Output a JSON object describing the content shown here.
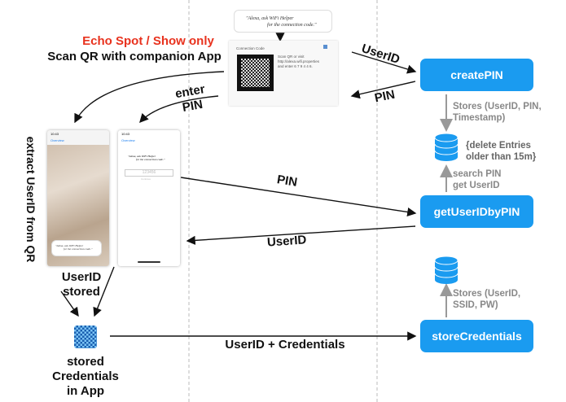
{
  "top_note": {
    "line1": "\"Alexa, ask WiFi Helper",
    "line2": "for the connection code.\""
  },
  "echo": {
    "title": "Connection Code",
    "instructions": "Scan QR or visit http://alexa.wifi.properties and enter 6 7 9 4 4 6."
  },
  "echo_only": "Echo Spot / Show only",
  "scan_qr": "Scan QR with companion App",
  "enter_pin": {
    "line1": "enter",
    "line2": "PIN"
  },
  "arrows": {
    "userid_to_create": "UserID",
    "pin_from_create": "PIN",
    "pin_to_get": "PIN",
    "userid_from_get": "UserID",
    "creds": "UserID + Credentials"
  },
  "backend": {
    "create": "createPIN",
    "get": "getUserIDbyPIN",
    "store": "storeCredentials"
  },
  "db_notes": {
    "stores1": [
      "Stores (UserID, PIN,",
      "Timestamp)"
    ],
    "cleanup": [
      "{delete Entries",
      "older than 15m}"
    ],
    "search": [
      "search PIN",
      "get UserID"
    ],
    "stores2": [
      "Stores (UserID,",
      "SSID, PW)"
    ]
  },
  "phone": {
    "time": "10:43",
    "back": "Overview",
    "quote1": "\"Alexa, ask WiFi Helper",
    "quote2": "for the connection code.\"",
    "pin_placeholder": "123456",
    "continue": "Continue"
  },
  "extract": "extract UserID from QR",
  "userid_stored": {
    "line1": "UserID",
    "line2": "stored"
  },
  "stored_creds": [
    "stored",
    "Credentials",
    "in App"
  ],
  "colors": {
    "accent": "#1a9bf0",
    "red": "#e8321e",
    "gray": "#888888"
  }
}
